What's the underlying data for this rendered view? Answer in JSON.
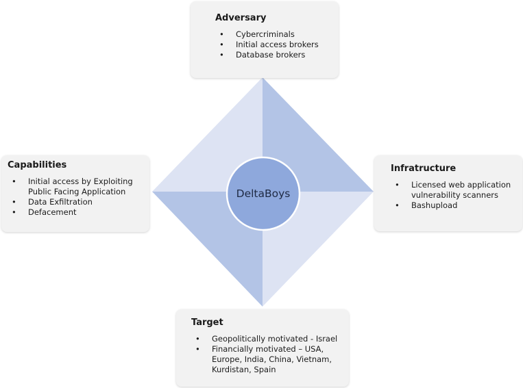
{
  "center": {
    "label": "DeltaBoys"
  },
  "colors": {
    "quadrant_light": "#dfe5f4",
    "quadrant_dark": "#b3c4e6",
    "circle_fill": "#8ea8dc",
    "box_fill": "#f2f2f2"
  },
  "adversary": {
    "title": "Adversary",
    "items": [
      "Cybercriminals",
      "Initial access brokers",
      "Database brokers"
    ]
  },
  "capabilities": {
    "title": "Capabilities",
    "items": [
      "Initial access by Exploiting Public Facing Application",
      "Data Exfiltration",
      "Defacement"
    ]
  },
  "infrastructure": {
    "title": "Infratructure",
    "items": [
      "Licensed web application vulnerability scanners",
      "Bashupload"
    ]
  },
  "target": {
    "title": "Target",
    "items": [
      "Geopolitically motivated - Israel",
      "Financially motivated – USA, Europe, India, China, Vietnam, Kurdistan, Spain"
    ]
  }
}
